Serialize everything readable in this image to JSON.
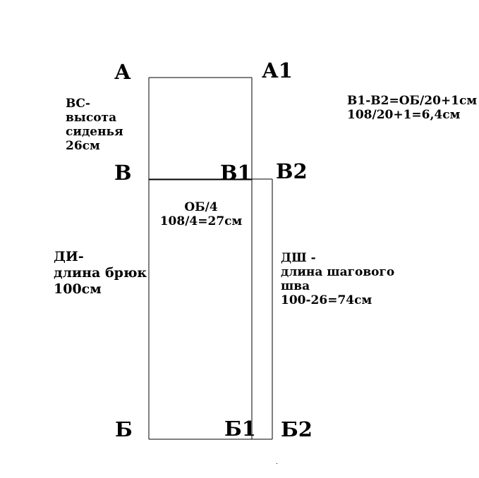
{
  "points": {
    "A": "А",
    "A1": "А1",
    "V": "В",
    "V1": "В1",
    "V2": "В2",
    "B": "Б",
    "B1": "Б1",
    "B2": "Б2"
  },
  "notes": {
    "seat_height": [
      "ВС-",
      "высота",
      "сиденья",
      "26см"
    ],
    "formula_v1v2": [
      "В1-В2=ОБ/20+1см",
      "108/20+1=6,4см"
    ],
    "ob4": [
      "ОБ/4",
      "108/4=27см"
    ],
    "trouser_length": [
      "ДИ-",
      "длина брюк",
      "100см"
    ],
    "inseam_length": [
      "ДШ -",
      "длина шагового",
      "шва",
      "100-26=74см"
    ]
  },
  "colors": {
    "line": "#000000",
    "background": "#ffffff"
  }
}
